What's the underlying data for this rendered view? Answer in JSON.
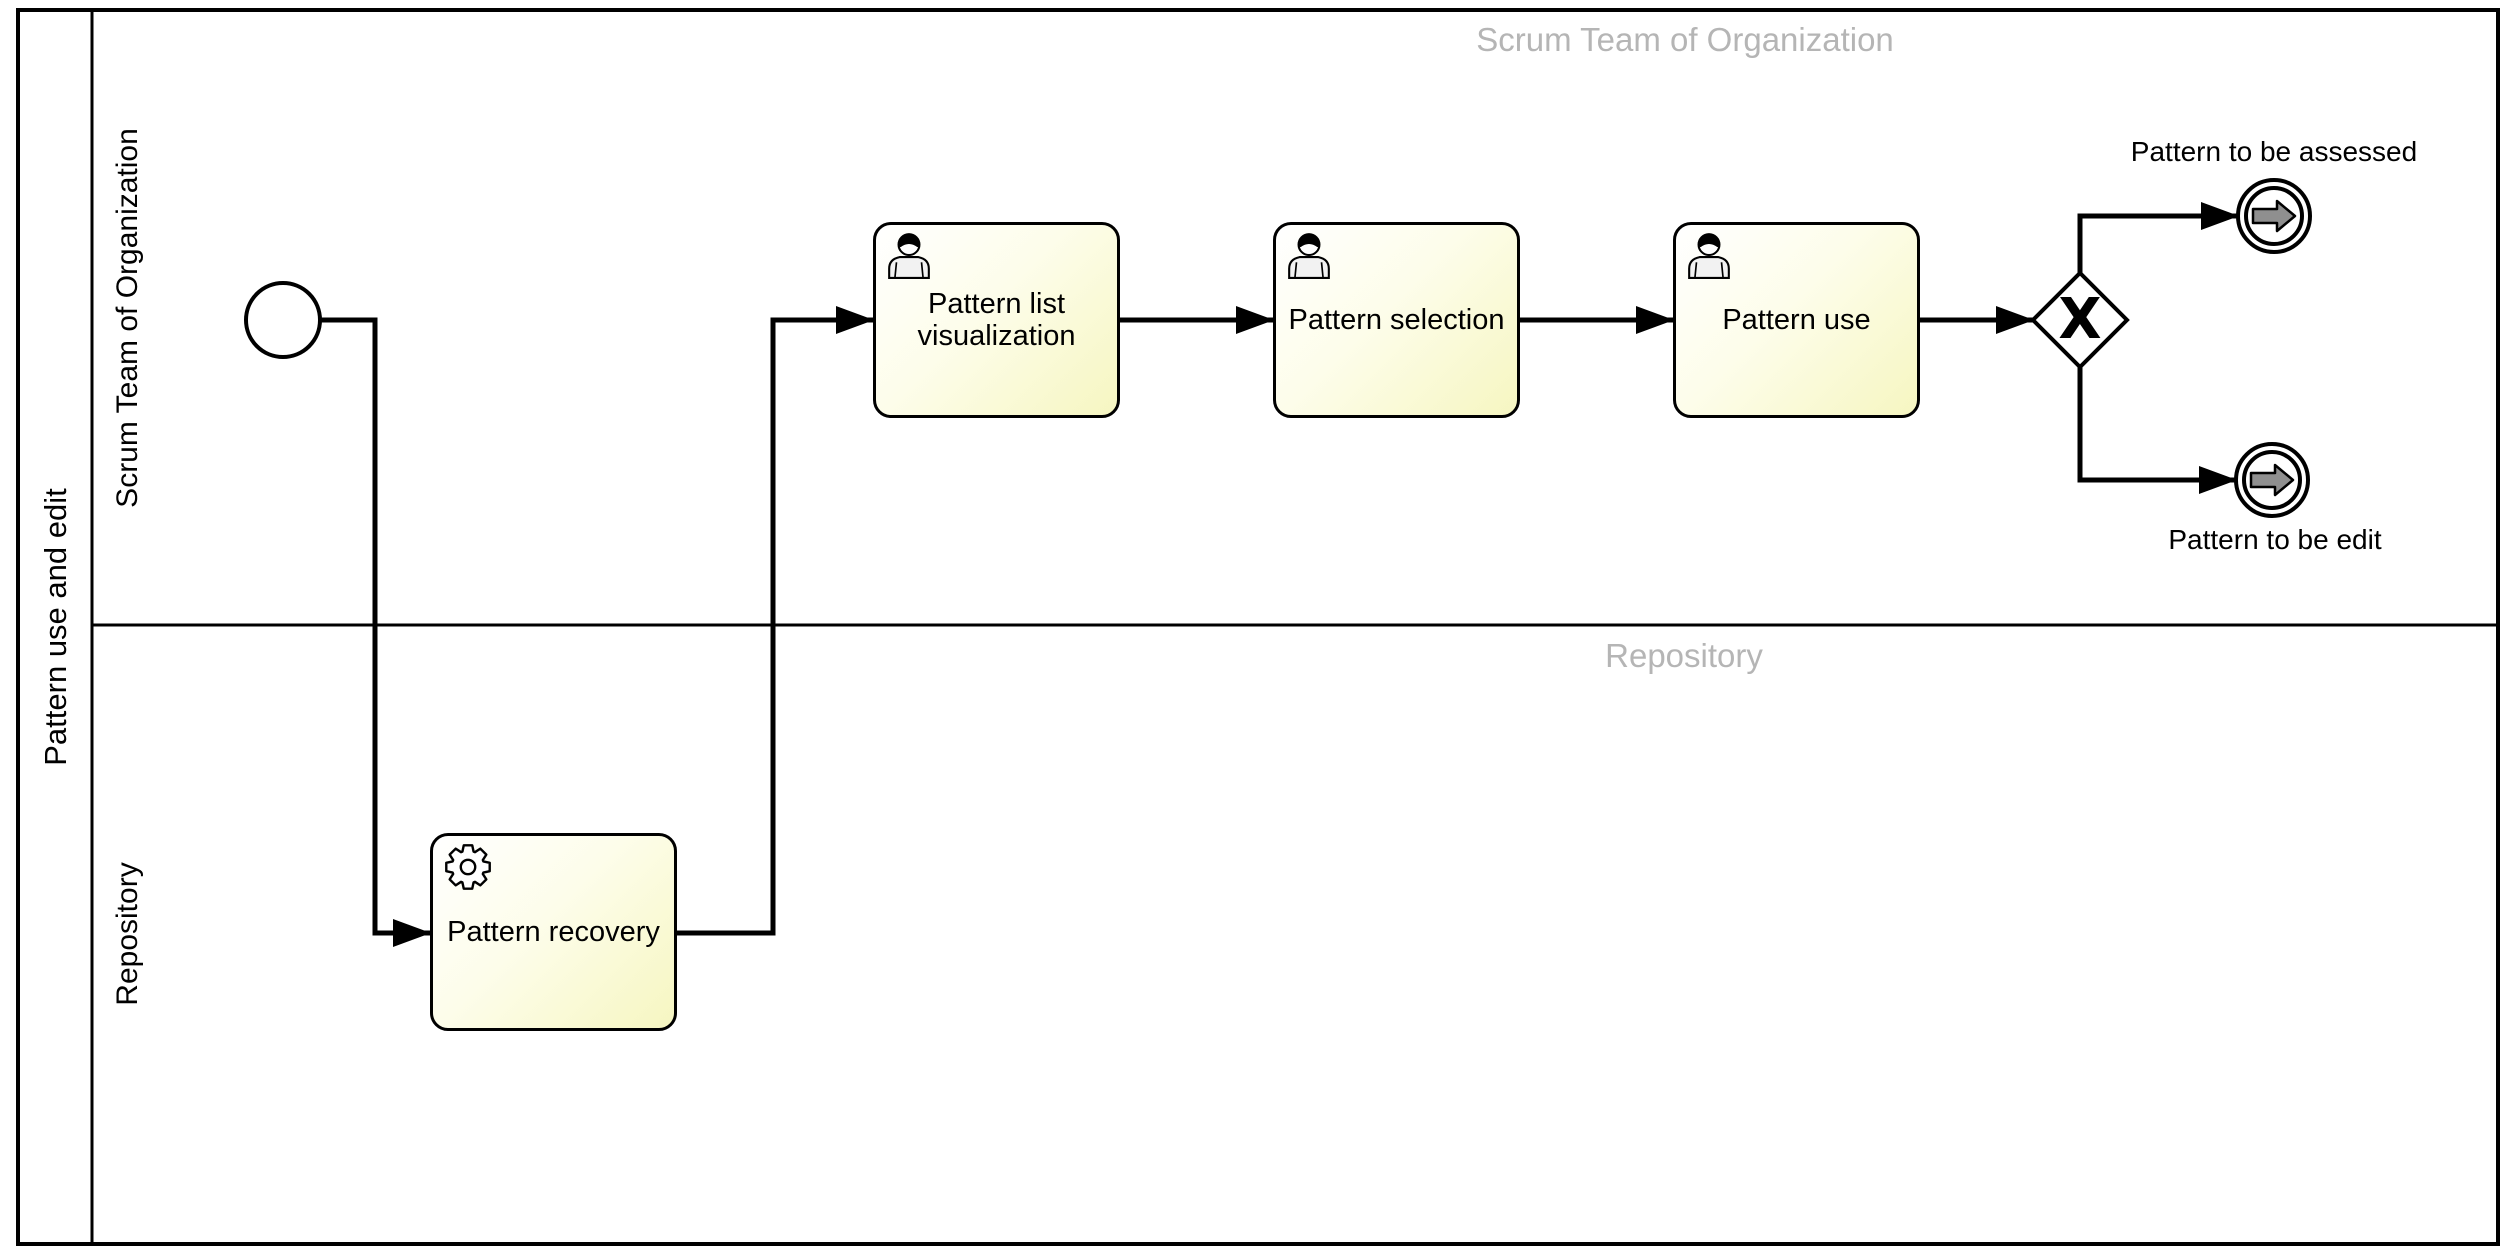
{
  "diagram": {
    "type": "BPMN process diagram",
    "pool_label": "Pattern use and edit",
    "lane1": {
      "name": "Scrum Team of Organization",
      "header": "Scrum Team of Organization"
    },
    "lane2": {
      "name": "Repository",
      "header": "Repository"
    },
    "tasks": [
      {
        "label": "Pattern recovery",
        "type": "service task",
        "icon": "gear-icon",
        "lane": "Repository"
      },
      {
        "label": "Pattern list visualization",
        "type": "user task",
        "icon": "user-icon",
        "lane": "Scrum Team of Organization"
      },
      {
        "label": "Pattern selection",
        "type": "user task",
        "icon": "user-icon",
        "lane": "Scrum Team of Organization"
      },
      {
        "label": "Pattern use",
        "type": "user task",
        "icon": "user-icon",
        "lane": "Scrum Team of Organization"
      }
    ],
    "gateway": {
      "label": "X",
      "type": "exclusive gateway"
    },
    "events": {
      "start": {
        "type": "start event"
      },
      "link_assessed": {
        "label": "Pattern to be assessed",
        "icon": "arrow-right-icon"
      },
      "link_edit": {
        "label": "Pattern to be edit",
        "icon": "arrow-right-icon"
      }
    },
    "colors": {
      "stroke": "#000000",
      "task_fill_start": "#ffffff",
      "task_fill_end": "#f6f6c1",
      "lane_header_gray": "#b5b5b5",
      "link_arrow_fill": "#8f8f8f",
      "background": "#ffffff"
    }
  }
}
